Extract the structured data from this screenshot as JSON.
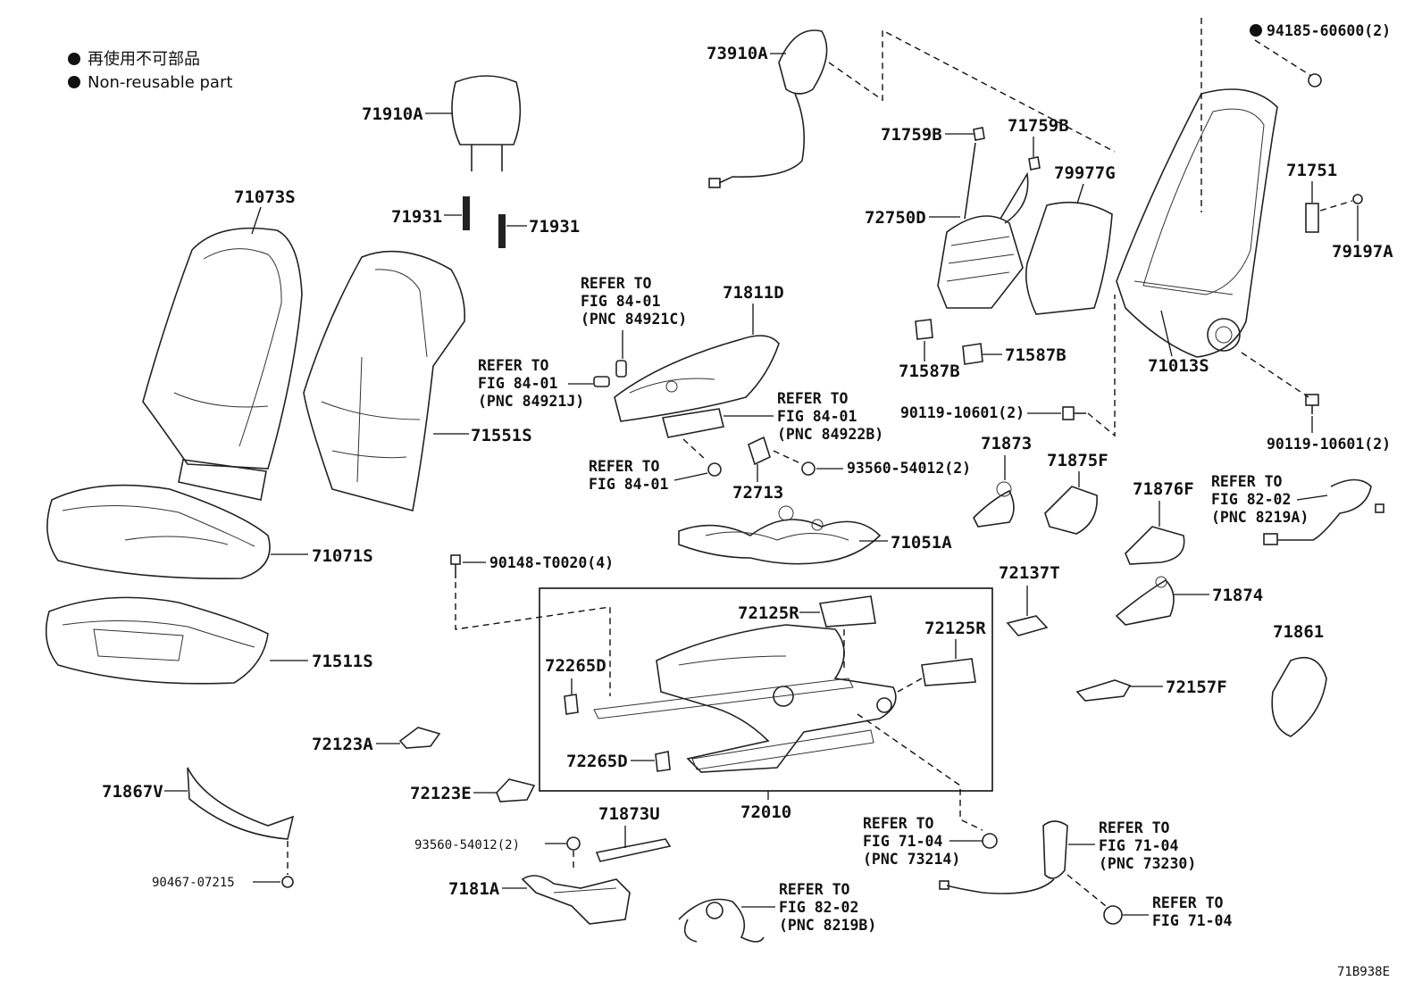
{
  "legend": {
    "line1": "再使用不可部品",
    "line2": "Non-reusable part"
  },
  "diagram_code": "71B938E",
  "labels": {
    "p73910A": "73910A",
    "p71910A": "71910A",
    "p71073S": "71073S",
    "p71931a": "71931",
    "p71931b": "71931",
    "p71551S": "71551S",
    "p71071S": "71071S",
    "p71511S": "71511S",
    "p72123A": "72123A",
    "p72123E": "72123E",
    "p71867V": "71867V",
    "p90467": "90467-07215",
    "p71811D": "71811D",
    "p72713": "72713",
    "p93560a": "93560-54012(2)",
    "p71051A": "71051A",
    "p90148": "90148-T0020(4)",
    "p72125Ra": "72125R",
    "p72125Rb": "72125R",
    "p72265Da": "72265D",
    "p72265Db": "72265D",
    "p72010": "72010",
    "p71873U": "71873U",
    "p93560b": "93560-54012(2)",
    "p7181A": "7181A",
    "p71759Ba": "71759B",
    "p71759Bb": "71759B",
    "p72750D": "72750D",
    "p79977G": "79977G",
    "p71587Ba": "71587B",
    "p71587Bb": "71587B",
    "p90119a": "90119-10601(2)",
    "p71873": "71873",
    "p71875F": "71875F",
    "p71876F": "71876F",
    "p72137T": "72137T",
    "p71874": "71874",
    "p71861": "71861",
    "p72157F": "72157F",
    "p94185": "94185-60600(2)",
    "p71751": "71751",
    "p79197A": "79197A",
    "p71013S": "71013S",
    "p90119b": "90119-10601(2)"
  },
  "refs": {
    "r1": [
      "REFER TO",
      "FIG 84-01",
      "(PNC 84921C)"
    ],
    "r2": [
      "REFER TO",
      "FIG 84-01",
      "(PNC 84921J)"
    ],
    "r3": [
      "REFER TO",
      "FIG 84-01",
      "(PNC 84922B)"
    ],
    "r4": [
      "REFER TO",
      "FIG 84-01"
    ],
    "r5": [
      "REFER TO",
      "FIG 82-02",
      "(PNC 8219A)"
    ],
    "r6": [
      "REFER TO",
      "FIG 71-04",
      "(PNC 73214)"
    ],
    "r7": [
      "REFER TO",
      "FIG 71-04",
      "(PNC 73230)"
    ],
    "r8": [
      "REFER TO",
      "FIG 82-02",
      "(PNC 8219B)"
    ],
    "r9": [
      "REFER TO",
      "FIG 71-04"
    ]
  }
}
